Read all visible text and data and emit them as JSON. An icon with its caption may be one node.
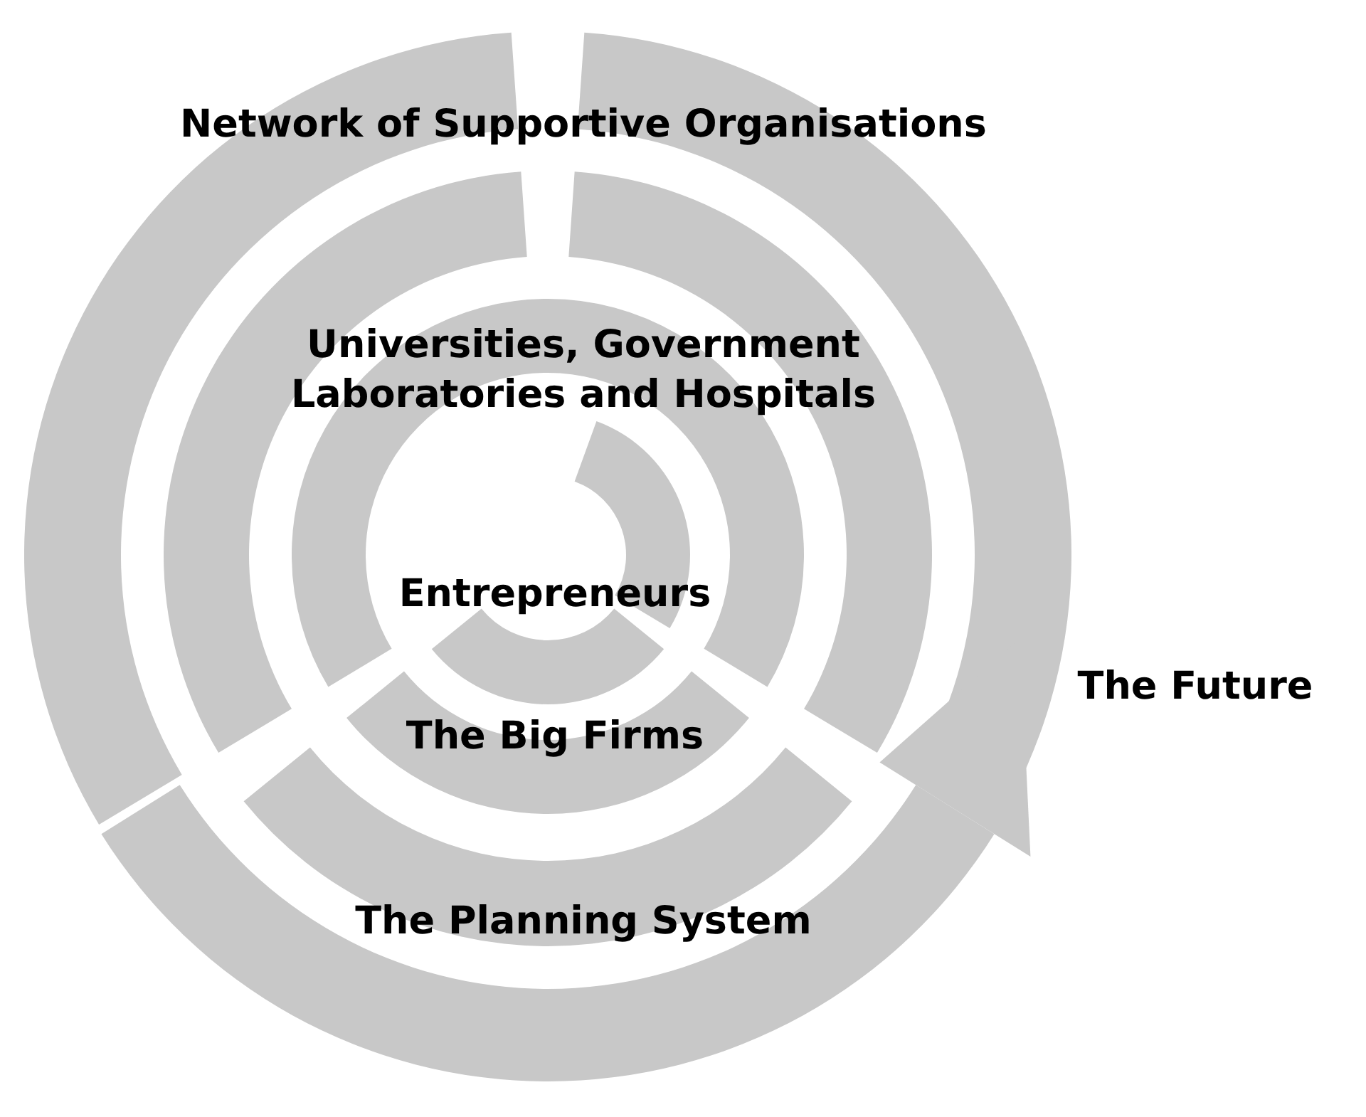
{
  "diagram": {
    "labels": [
      "Network of Supportive Organisations",
      "Universities, Government Laboratories and Hospitals",
      "Entrepreneurs",
      "The Big Firms",
      "The Planning System",
      "The Future"
    ]
  }
}
